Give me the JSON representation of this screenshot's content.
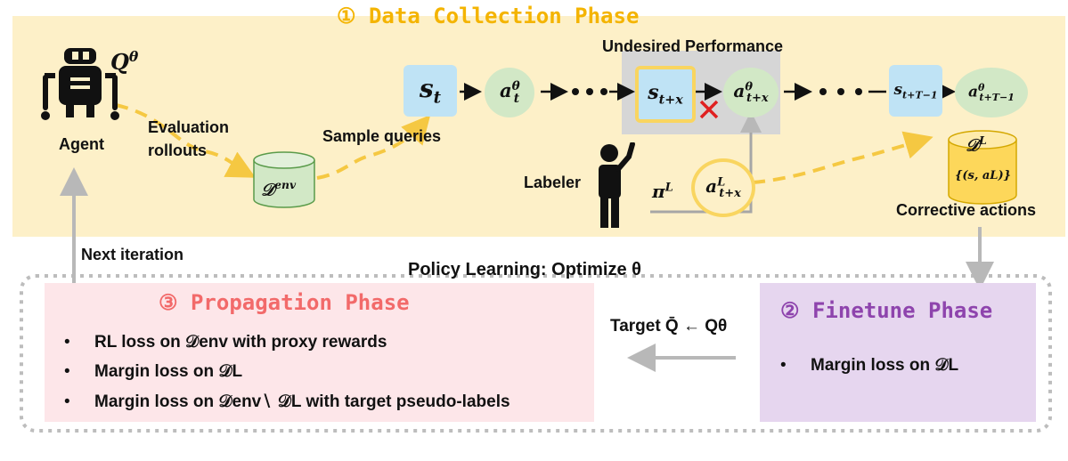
{
  "phases": {
    "data_collection": "① Data Collection Phase",
    "propagation": "③ Propagation Phase",
    "finetune": "② Finetune Phase"
  },
  "labels": {
    "undesired_performance": "Undesired Performance",
    "agent": "Agent",
    "q_theta": "Q",
    "q_theta_sup": "θ",
    "evaluation_rollouts": "Evaluation rollouts",
    "sample_queries": "Sample queries",
    "labeler": "Labeler",
    "pi_L": "π",
    "pi_L_sup": "L",
    "corrective_actions": "Corrective actions",
    "next_iteration": "Next iteration",
    "policy_learning": "Policy Learning: Optimize θ",
    "target_update": "Target Q̄ ← Qθ",
    "d_env": "𝒟",
    "d_env_sup": "env",
    "d_L": "𝒟",
    "d_L_sup": "L",
    "d_L_content": "{(s, aL)}"
  },
  "sequence": {
    "s_t": "s",
    "s_t_sub": "t",
    "a_t": "a",
    "a_t_sub": "t",
    "a_t_sup": "θ",
    "s_tx": "s",
    "s_tx_sub": "t+x",
    "a_tx": "a",
    "a_tx_sub": "t+x",
    "a_tx_sup": "θ",
    "s_tT": "s",
    "s_tT_sub": "t+T−1",
    "a_tT": "a",
    "a_tT_sub": "t+T−1",
    "a_tT_sup": "θ",
    "aL_tx": "a",
    "aL_tx_sub": "t+x",
    "aL_tx_sup": "L"
  },
  "propagation_bullets": [
    "RL loss on 𝒟env with proxy rewards",
    "Margin loss on 𝒟L",
    "Margin loss on 𝒟env∖ 𝒟L with target pseudo-labels"
  ],
  "finetune_bullets": [
    "Margin loss on 𝒟L"
  ],
  "colors": {
    "phase1_bg": "#fdf0c8",
    "title_yellow": "#f4b400",
    "propagation_pink": "#f26a6a",
    "finetune_purple": "#8e44ad",
    "state_blue": "#bfe3f5",
    "action_green": "#d2e8c6",
    "cross_red": "#e02020",
    "dashed_yellow": "#f5c842",
    "arrow_gray": "#b8b8b8"
  }
}
